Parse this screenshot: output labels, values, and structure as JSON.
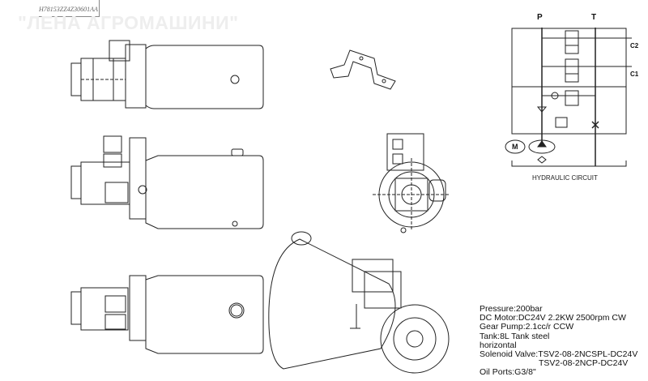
{
  "drawing_id": "H78153ZZ4Z30601AA",
  "watermark": "\"ЛЕНА АГРОМАШИНИ\"",
  "circuit": {
    "title": "HYDRAULIC CIRCUIT",
    "port_p": "P",
    "port_t": "T",
    "port_c2": "C2",
    "port_c1": "C1",
    "motor": "M"
  },
  "specs": [
    "Pressure:200bar",
    "DC Motor:DC24V 2.2KW 2500rpm CW",
    "Gear Pump:2.1cc/r CCW",
    "Tank:8L Tank steel",
    "horizontal",
    "Solenoid Valve:TSV2-08-2NCSPL-DC24V",
    "TSV2-08-2NCP-DC24V",
    "Oil Ports:G3/8\""
  ]
}
